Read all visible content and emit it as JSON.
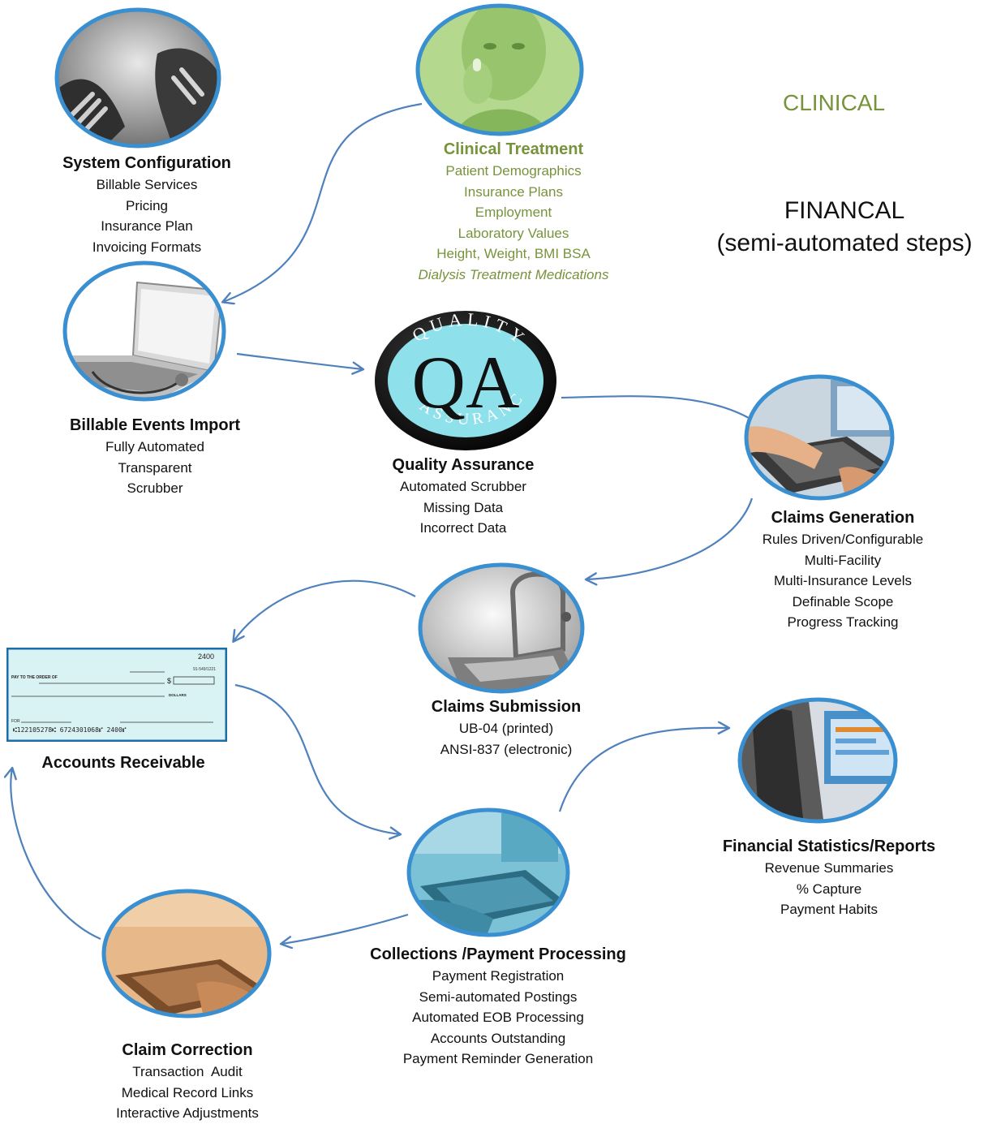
{
  "legend": {
    "clinical": "CLINICAL",
    "financial_1": "FINANCAL",
    "financial_2": "(semi-automated steps)"
  },
  "colors": {
    "clinical": "#77933c",
    "arrow": "#4f81bd",
    "ring": "#3a8fd0"
  },
  "nodes": {
    "system_configuration": {
      "title": "System Configuration",
      "items": [
        "Billable Services",
        "Pricing",
        "Insurance Plan",
        "Invoicing Formats"
      ]
    },
    "clinical_treatment": {
      "title": "Clinical Treatment",
      "items": [
        "Patient Demographics",
        "Insurance Plans",
        "Employment",
        "Laboratory Values",
        "Height, Weight, BMI BSA",
        "Dialysis Treatment Medications"
      ]
    },
    "billable_events_import": {
      "title": "Billable Events Import",
      "items": [
        "Fully Automated",
        "Transparent",
        "Scrubber"
      ]
    },
    "quality_assurance": {
      "title": "Quality Assurance",
      "items": [
        "Automated Scrubber",
        "Missing Data",
        "Incorrect Data"
      ],
      "logo_top": "QUALITY",
      "logo_bottom": "ASSURANCE",
      "logo_letters": "QA"
    },
    "claims_generation": {
      "title": "Claims Generation",
      "items": [
        "Rules Driven/Configurable",
        "Multi-Facility",
        "Multi-Insurance Levels",
        "Definable Scope",
        "Progress Tracking"
      ]
    },
    "claims_submission": {
      "title": "Claims Submission",
      "items": [
        "UB-04 (printed)",
        "ANSI-837 (electronic)"
      ]
    },
    "accounts_receivable": {
      "title": "Accounts Receivable",
      "check": {
        "number": "2400",
        "routing": "91-549/1221",
        "pay_to": "PAY TO THE ORDER OF",
        "dollars": "DOLLARS",
        "for": "FOR",
        "micr": "⑆122105278⑆  6724301068⑈  2400⑈"
      }
    },
    "financial_statistics": {
      "title": "Financial Statistics/Reports",
      "items": [
        "Revenue Summaries",
        "% Capture",
        "Payment Habits"
      ]
    },
    "collections": {
      "title": "Collections /Payment Processing",
      "items": [
        "Payment Registration",
        "Semi-automated Postings",
        "Automated EOB Processing",
        "Accounts Outstanding",
        "Payment Reminder Generation"
      ]
    },
    "claim_correction": {
      "title": "Claim Correction",
      "items": [
        "Transaction  Audit",
        "Medical Record Links",
        "Interactive Adjustments"
      ]
    }
  }
}
